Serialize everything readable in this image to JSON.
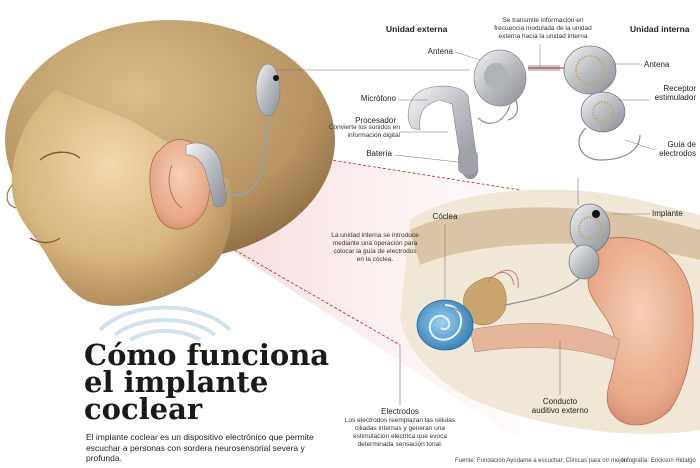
{
  "headers": {
    "external": "Unidad externa",
    "internal": "Unidad interna"
  },
  "transmit_note": "Se transmite información en frecuencia modulada de la unidad externa hacia la unidad interna",
  "labels": {
    "antena_ext": "Antena",
    "microfono": "Micrófono",
    "procesador": "Procesador",
    "procesador_desc": "Convierte los sonidos en información digital",
    "bateria": "Batería",
    "antena_int": "Antena",
    "receptor": "Receptor estimulador",
    "guia": "Guía de electrodos",
    "implante": "Implante",
    "coclea": "Cóclea",
    "electrodos": "Electrodos",
    "electrodos_desc": "Los electrodos reemplazan las células ciliadas internas y generan una estimulación eléctrica que evoca determinada sensación tonal.",
    "conducto": "Conducto auditivo externo"
  },
  "internal_note": "La unidad interna se introduce mediante una operación para colocar la guía de electrodos en la cóclea.",
  "title": {
    "line1": "Cómo funciona",
    "line2": "el implante",
    "line3": "coclear"
  },
  "description": "El implante coclear es un dispositivo electrónico que permite escuchar a personas con sordera neurosensorial severa y profunda.",
  "source": "Fuente: Fundación Ayúdame a escuchar, Clínicas para oír mejor.",
  "credit": "Infografía: Erickson Hidalgo",
  "colors": {
    "skin": "#d6b47e",
    "device": "#c9ccd0",
    "cochlea": "#5fa6d6",
    "accent_red": "#b22222"
  }
}
